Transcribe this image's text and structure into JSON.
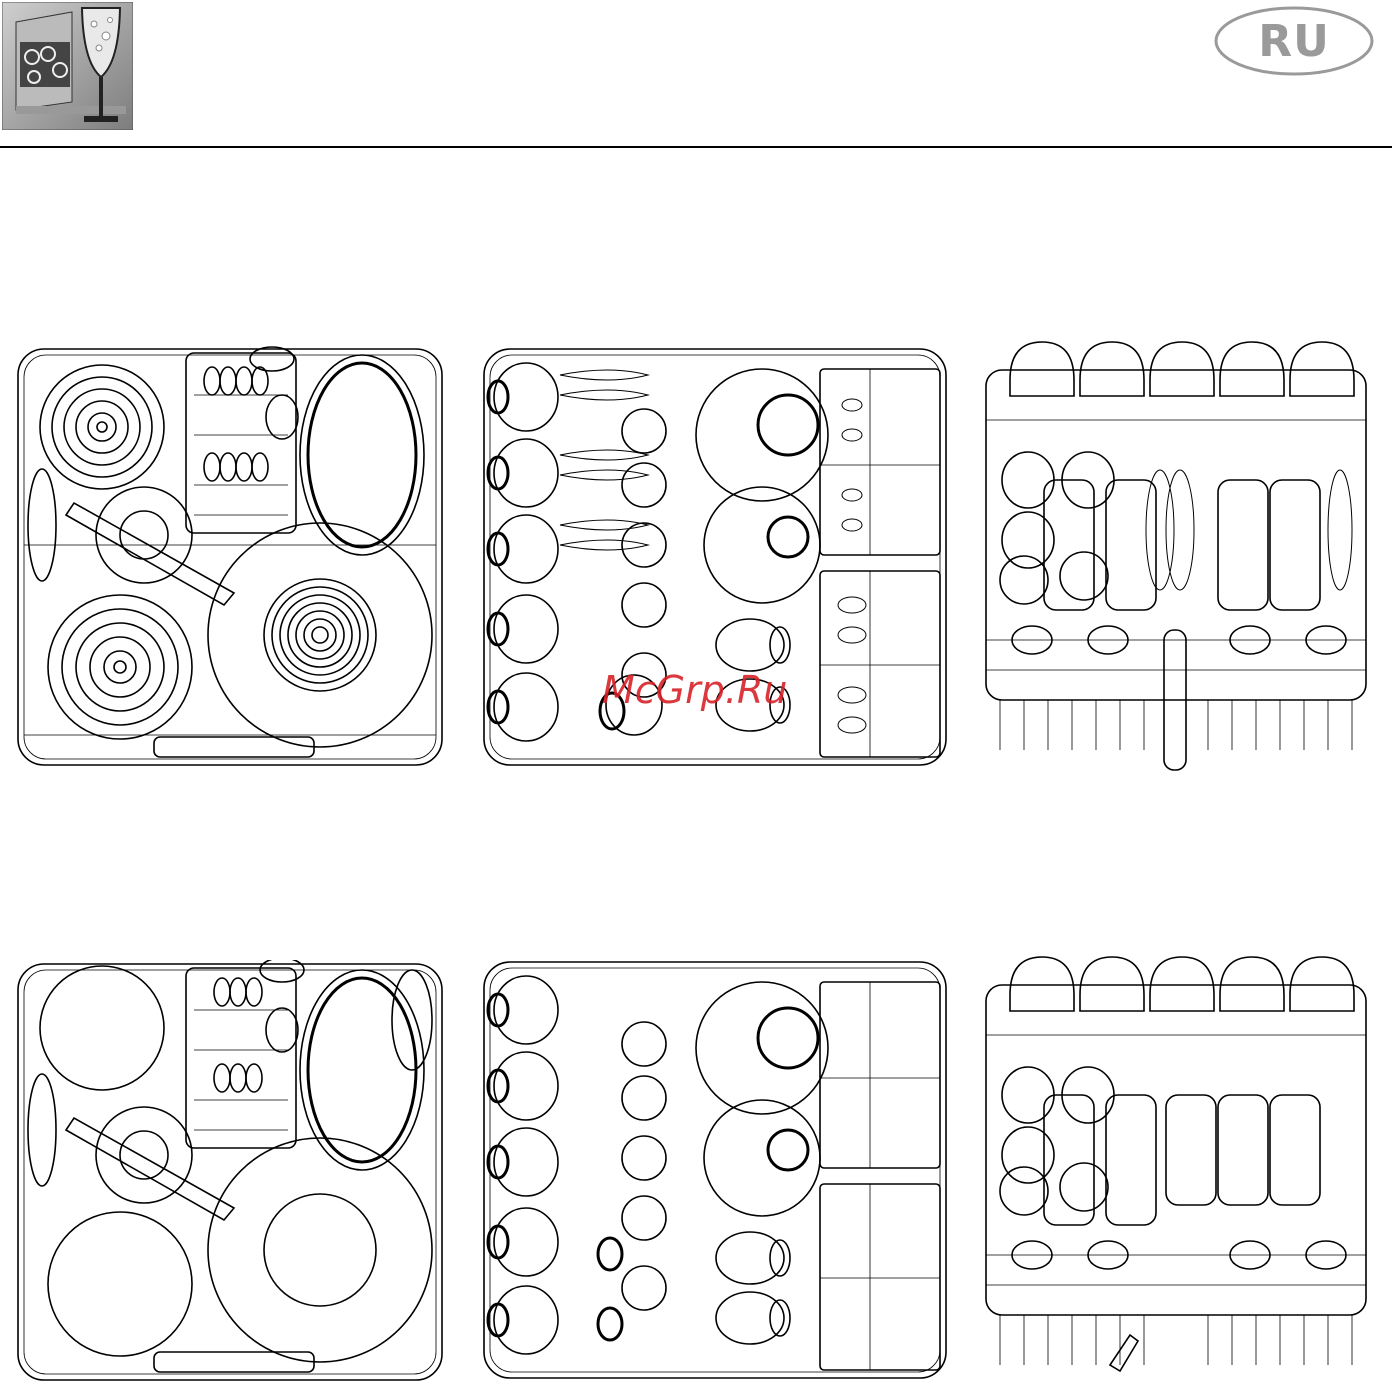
{
  "header": {
    "language_badge": "RU",
    "logo_icon": "dishwasher-glass-logo-icon"
  },
  "watermark": {
    "text": "McGrp.Ru",
    "color": "#d8232a"
  },
  "figures": [
    {
      "row": 1,
      "panel": "lower-basket-pots",
      "icon": "lower-rack-loading-icon"
    },
    {
      "row": 1,
      "panel": "lower-basket-dishes",
      "icon": "lower-rack-dishes-icon"
    },
    {
      "row": 1,
      "panel": "upper-basket-cups",
      "icon": "upper-rack-cups-icon"
    },
    {
      "row": 2,
      "panel": "lower-basket-pots",
      "icon": "lower-rack-loading-icon"
    },
    {
      "row": 2,
      "panel": "lower-basket-dishes",
      "icon": "lower-rack-dishes-icon"
    },
    {
      "row": 2,
      "panel": "upper-basket-cups",
      "icon": "upper-rack-cups-icon"
    }
  ]
}
